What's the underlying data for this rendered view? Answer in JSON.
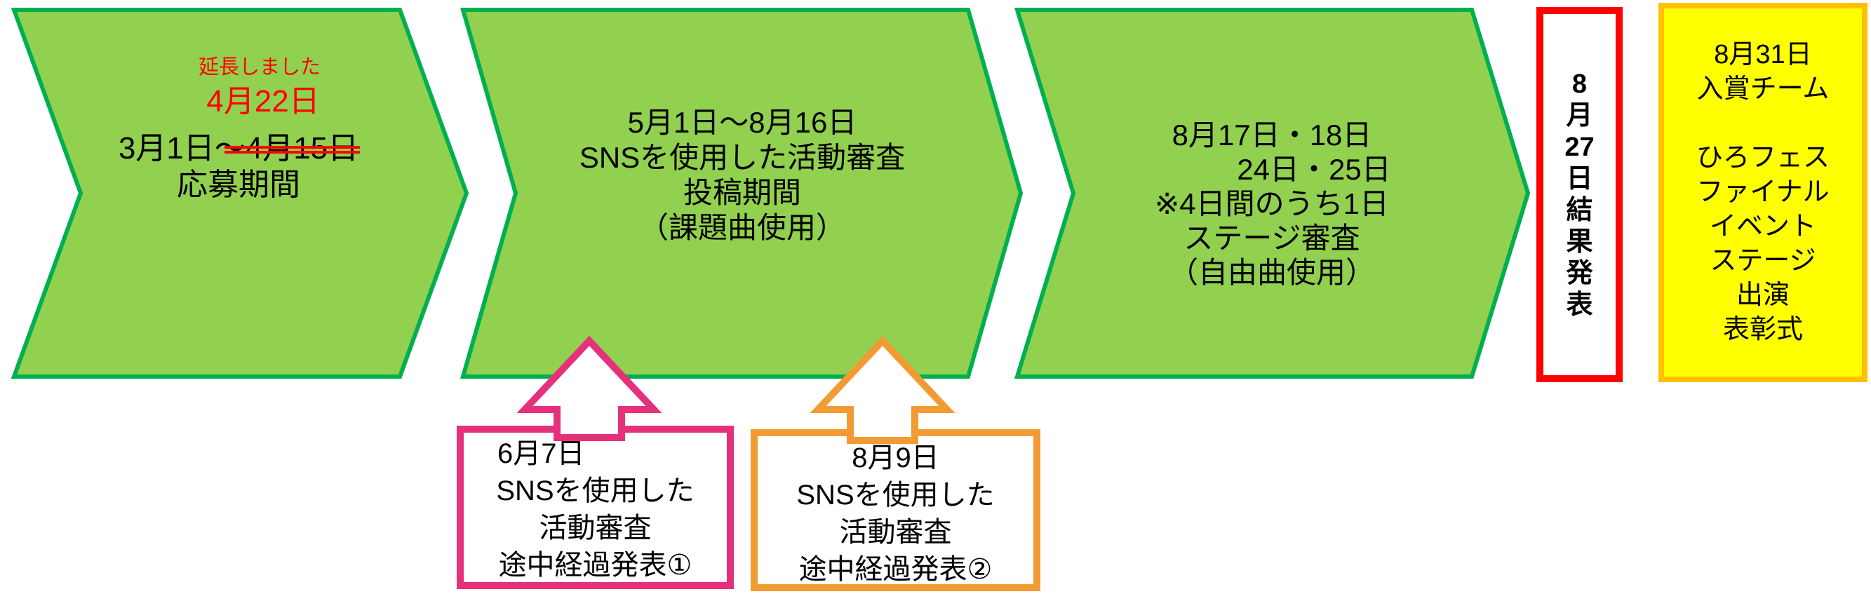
{
  "colors": {
    "chevron_fill": "#92D050",
    "chevron_stroke": "#00AF50",
    "red": "#FF0000",
    "pink": "#E5317C",
    "orange": "#F39B33",
    "yellow_fill": "#FFFF00",
    "yellow_border": "#FFC000"
  },
  "chevron1": {
    "extension_note": "延長しました",
    "new_date": "4月22日",
    "date_prefix": "3月1日〜",
    "old_date": "4月15日",
    "label": "応募期間"
  },
  "chevron2": {
    "lines": [
      "5月1日〜8月16日",
      "SNSを使用した活動審査",
      "投稿期間",
      "（課題曲使用）"
    ]
  },
  "chevron3": {
    "lines": [
      "8月17日・18日",
      "24日・25日",
      "※4日間のうち1日",
      "ステージ審査",
      "（自由曲使用）"
    ]
  },
  "result_box": {
    "full_text": "8月27日結果発表",
    "chars": [
      "8",
      "月",
      "27",
      "日",
      "結",
      "果",
      "発",
      "表"
    ]
  },
  "final_box": {
    "lines": [
      "8月31日",
      "入賞チーム",
      "",
      "ひろフェス",
      "ファイナル",
      "イベント",
      "ステージ",
      "出演",
      "表彰式"
    ]
  },
  "callout1": {
    "lines": [
      "6月7日",
      "SNSを使用した",
      "活動審査",
      "途中経過発表①"
    ]
  },
  "callout2": {
    "lines": [
      "8月9日",
      "SNSを使用した",
      "活動審査",
      "途中経過発表②"
    ]
  }
}
